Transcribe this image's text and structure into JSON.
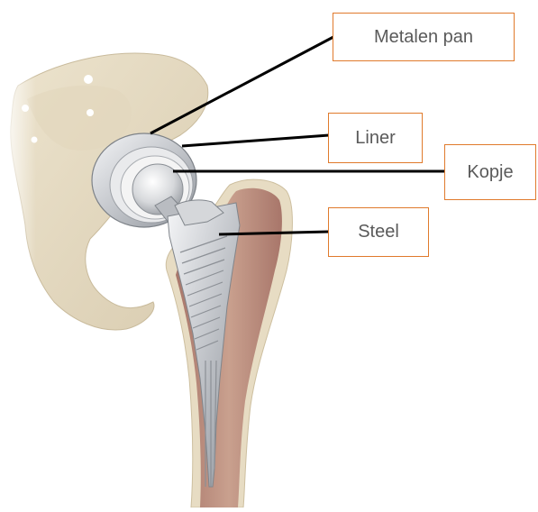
{
  "labels": {
    "metalen_pan": "Metalen pan",
    "liner": "Liner",
    "kopje": "Kopje",
    "steel": "Steel"
  },
  "colors": {
    "label_border": "#e07a2c",
    "label_text": "#5a5a5a",
    "leader_line": "#000000",
    "bone": "#e6dcc4",
    "marrow": "#b98a78",
    "metal": "#c9cbcf"
  }
}
